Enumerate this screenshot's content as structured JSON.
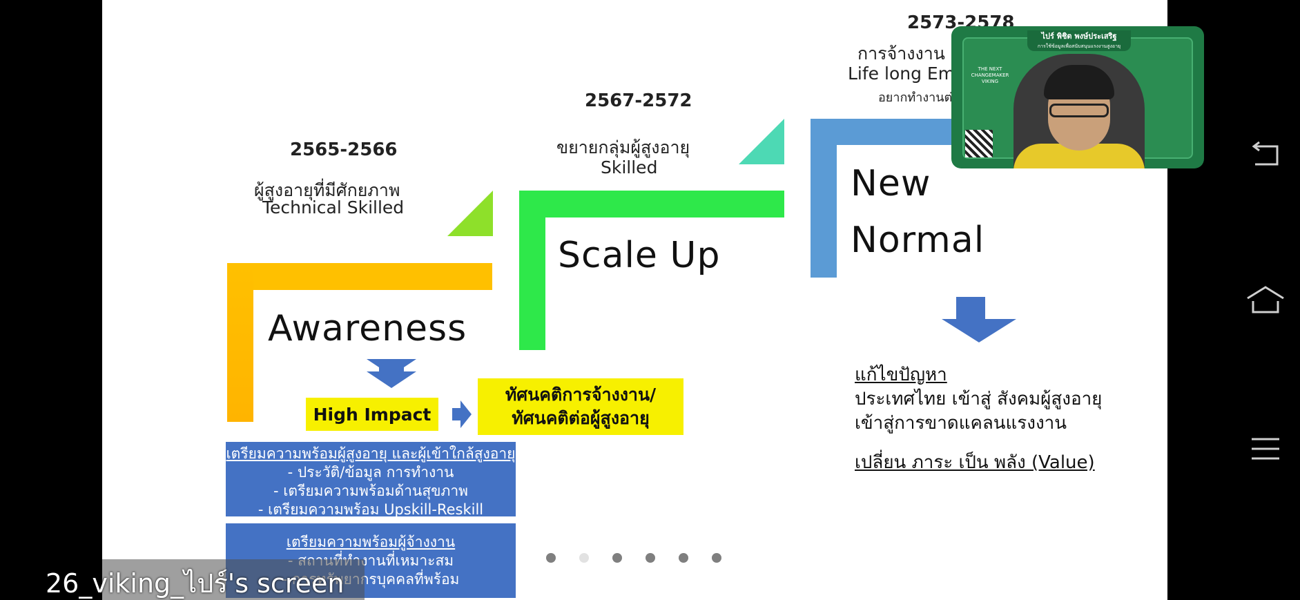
{
  "slide": {
    "stage1": {
      "years": "2565-2566",
      "th_line": "ผู้สูงอายุที่มีศักยภาพ",
      "en_line": "Technical Skilled",
      "title": "Awareness",
      "high_impact": "High Impact",
      "attitude_line1": "ทัศนคติการจ้างงาน/",
      "attitude_line2": "ทัศนคติต่อผู้สูงอายุ",
      "box1": {
        "heading": "เตรียมความพร้อมผู้สูงอายุ และผู้เข้าใกล้สูงอายุ",
        "items": [
          "-    ประวัติ/ข้อมูล การทำงาน",
          "-    เตรียมความพร้อมด้านสุขภาพ",
          "-    เตรียมความพร้อม Upskill-Reskill"
        ]
      },
      "box2": {
        "heading": "เตรียมความพร้อมผู้จ้างงาน",
        "items": [
          "-    สถานที่ทำงานที่เหมาะสม",
          "-    การทรัพยากรบุคคลที่พร้อม"
        ]
      }
    },
    "stage2": {
      "years": "2567-2572",
      "th_line": "ขยายกลุ่มผู้สูงอายุ",
      "en_line": "Skilled",
      "title": "Scale Up"
    },
    "stage3": {
      "years": "2573-2578",
      "th_line": "การจ้างงาน",
      "en_line": "Life long Em",
      "sub_line": "อยากทำงานต่",
      "title_line1": "New",
      "title_line2": "Normal"
    },
    "solution": {
      "heading": "แก้ไขปัญหา",
      "line1": "ประเทศไทย เข้าสู่ สังคมผู้สูงอายุ",
      "line2": "เข้าสู่การขาดแคลนแรงงาน",
      "value_line": "เปลี่ยน ภาระ เป็น พลัง (Value)"
    },
    "pagination": {
      "count": 6,
      "active_index": 1
    }
  },
  "webcam": {
    "banner_name": "ไปร์ พิชิต พงษ์ประเสริฐ",
    "banner_sub": "การใช้ข้อมูลเพื่อสนับสนุนแรงงานสูงอายุ",
    "logo_text": "THE NEXT CHANGEMAKER VIKING"
  },
  "caption": "26_viking_ไปร์'s screen",
  "nav": {
    "back_icon": "back-icon",
    "home_icon": "home-icon",
    "menu_icon": "menu-icon"
  },
  "colors": {
    "orange": "#ffc000",
    "green": "#2ee84a",
    "blue": "#5b9bd5",
    "yellow": "#f7f000",
    "box_blue": "#4472c4"
  }
}
